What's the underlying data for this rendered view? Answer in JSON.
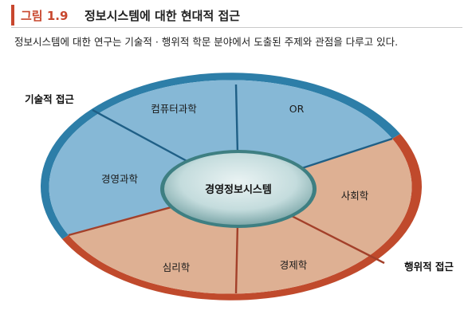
{
  "figure": {
    "number": "그림 1.9",
    "title": "정보시스템에 대한 현대적 접근",
    "caption": "정보시스템에 대한 연구는 기술적 · 행위적 학문 분야에서 도출된 주제와 관점을 다루고 있다."
  },
  "diagram": {
    "center": "경영정보시스템",
    "technical_label": "기술적 접근",
    "behavioral_label": "행위적 접근",
    "technical_segments": [
      "컴퓨터과학",
      "OR",
      "경영과학"
    ],
    "behavioral_segments": [
      "사회학",
      "경제학",
      "심리학"
    ],
    "colors": {
      "technical_fill": "#86b8d6",
      "technical_rim": "#2d7ea8",
      "behavioral_fill": "#deb093",
      "behavioral_rim": "#c04a2c",
      "accent": "#c8472e"
    }
  }
}
